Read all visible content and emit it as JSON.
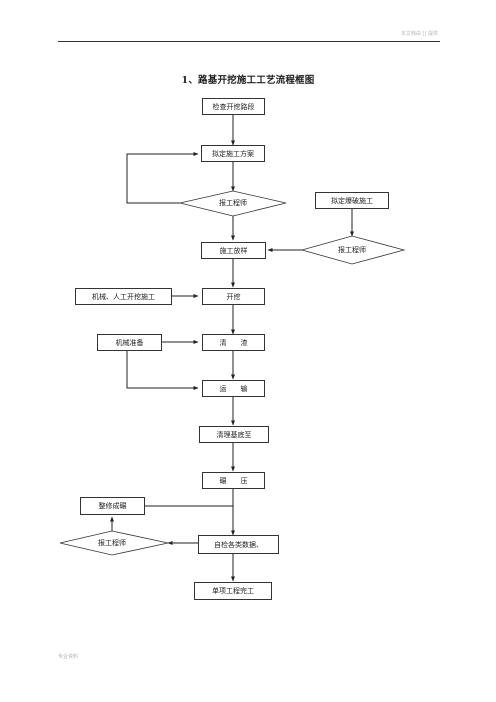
{
  "header": {
    "note": "本文档由 [] 提供"
  },
  "title": "1、路基开挖施工工艺流程框图",
  "steps": {
    "check_section": "检查开挖路段",
    "plan": "拟定施工方案",
    "engineer_1": "报工程师",
    "blast_plan": "拟定爆破施工",
    "engineer_2": "报工程师",
    "staking": "施工放样",
    "excavate": "开挖",
    "mechanical_manual": "机械、人工开挖施工",
    "machine_prep": "机械准备",
    "clear": "清　　渣",
    "transport": "运　　输",
    "clean_base": "清理基底至",
    "compact": "碾　　压",
    "rectify": "整修成碾",
    "engineer_3": "报工程师",
    "self_check": "自检各类数据、",
    "complete": "单项工程完工"
  },
  "footer": {
    "note": "专业资料"
  }
}
